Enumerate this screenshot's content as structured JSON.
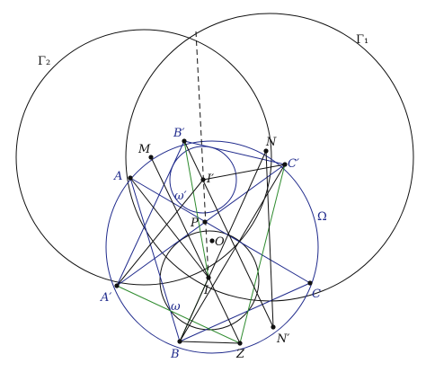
{
  "figure": {
    "labels": {
      "gamma1": "Γ₁",
      "gamma2": "Γ₂",
      "omega_big": "Ω",
      "omega_small": "ω",
      "omega_prime": "ω′",
      "A": "A",
      "B": "B",
      "C": "C",
      "A_prime": "A′",
      "B_prime": "B′",
      "C_prime": "C′",
      "M": "M",
      "N": "N",
      "N_prime": "N′",
      "I": "I",
      "I_prime": "I′",
      "P": "P",
      "O": "O",
      "Z": "Z"
    },
    "colors": {
      "black": "#111111",
      "blue": "#1f2a8c",
      "green": "#2e8b2e"
    }
  }
}
